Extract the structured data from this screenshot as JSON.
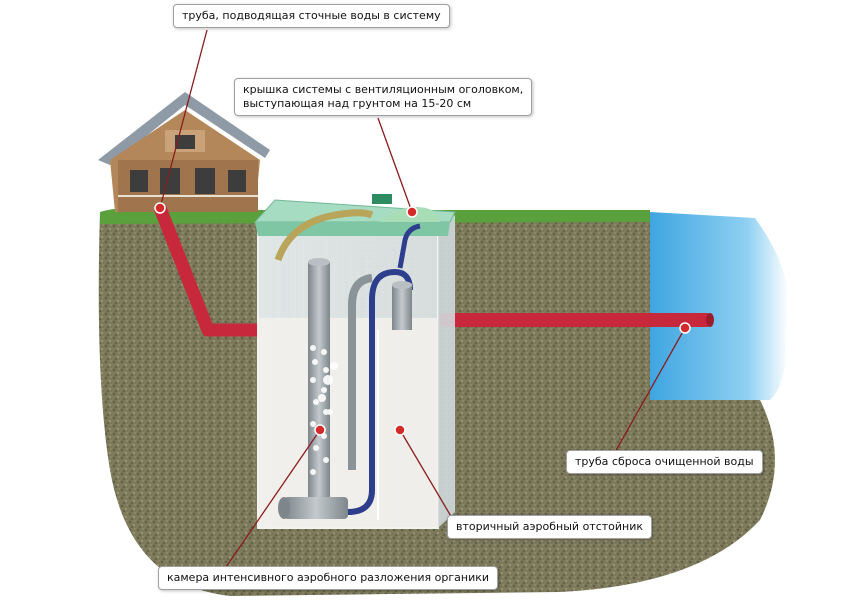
{
  "labels": {
    "inlet_pipe": "труба, подводящая сточные воды в систему",
    "lid_line1": "крышка системы с вентиляционным оголовком,",
    "lid_line2": "выступающая над грунтом на 15-20 см",
    "outlet_pipe": "труба сброса очищенной воды",
    "secondary_settler": "вторичный аэробный отстойник",
    "aerobic_chamber": "камера интенсивного аэробного разложения органики"
  },
  "colors": {
    "pipe_red": "#c8283c",
    "marker_red": "#d42a2a",
    "leader_red": "#8a1d1d",
    "grass": "#5aa03c",
    "water_blue": "#5fb6e6",
    "soil": "#7d7a5c",
    "lid_green": "#a6dcc2",
    "tank_glass": "#e8eef0",
    "inner_pipe_grey": "#9aa3a8",
    "dark_blue_pipe": "#2d3f8c"
  },
  "icons": {
    "house": "house-illustration",
    "label_marker": "red-dot-marker"
  }
}
